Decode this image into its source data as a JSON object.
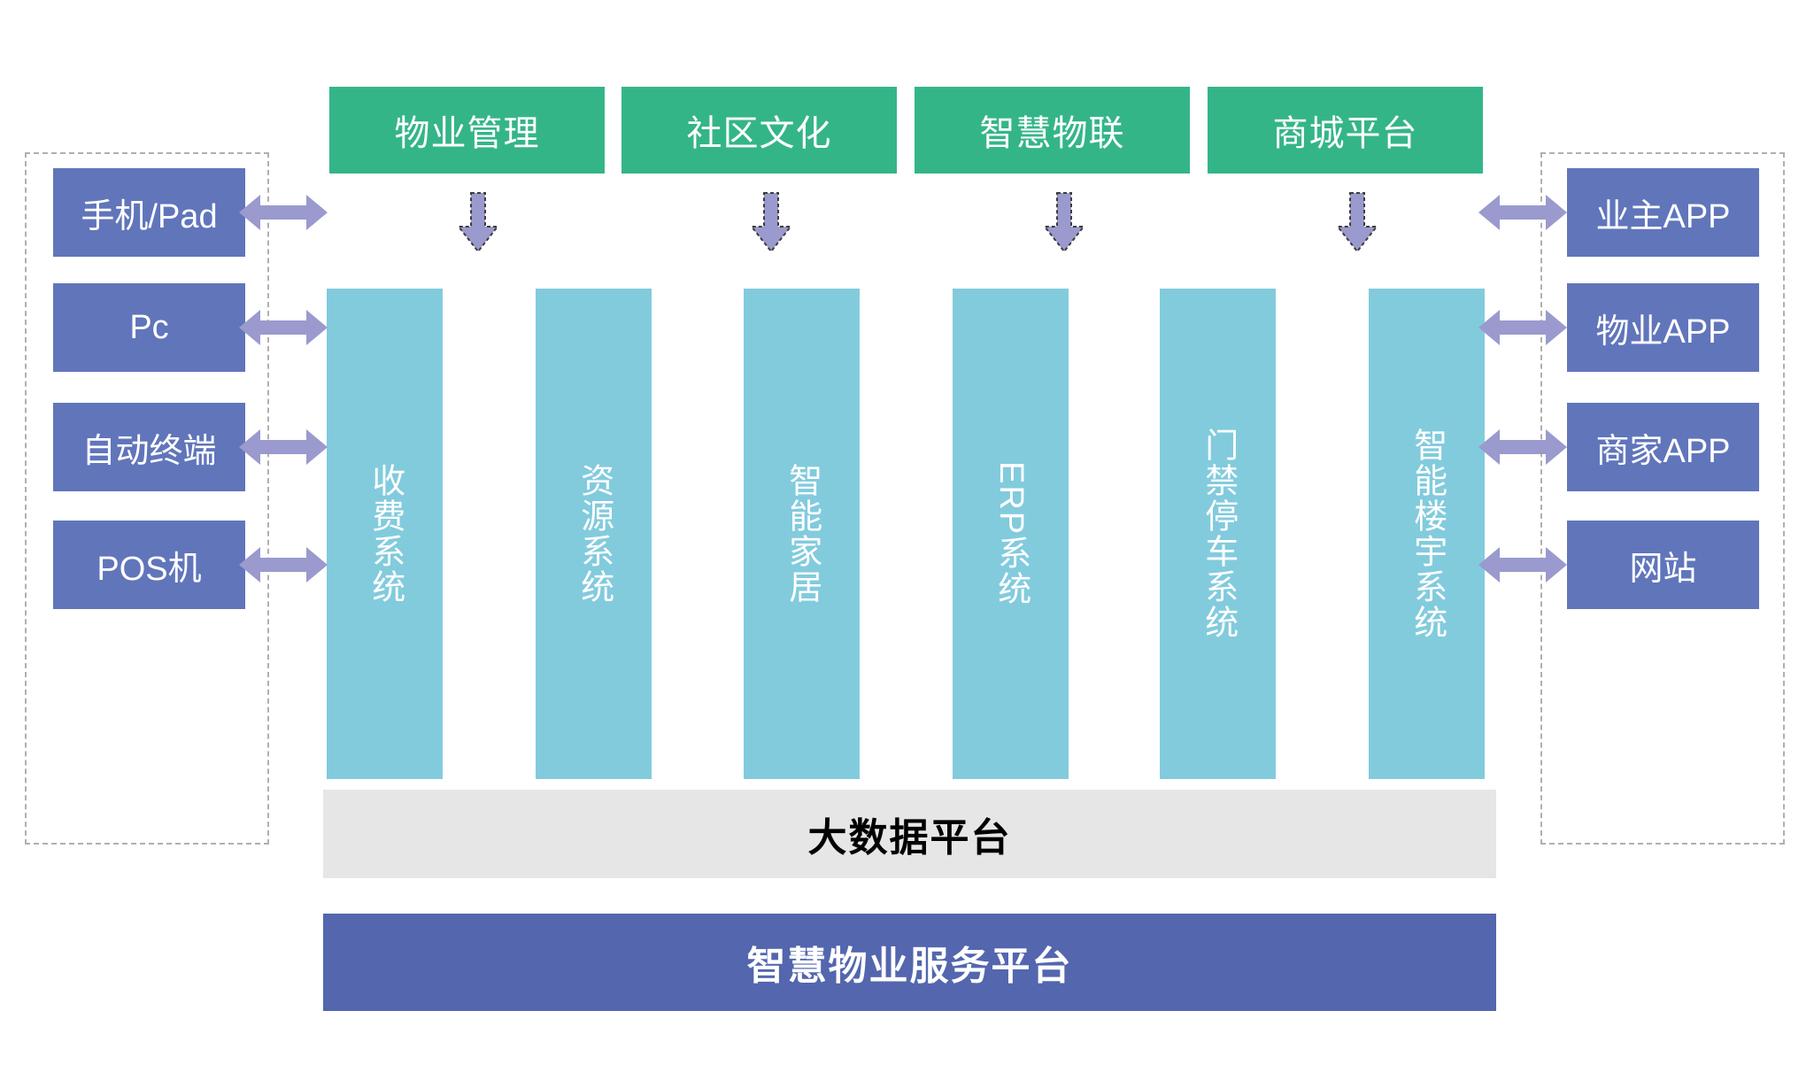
{
  "diagram": {
    "title": "智慧物业服务平台架构图",
    "colors": {
      "green": "#34b588",
      "teal": "#82cbdd",
      "blue": "#6175bb",
      "arrow_purple": "#9a9ace",
      "arrow_outline": "#3d3d3d",
      "gray_bar": "#e6e6e6",
      "platform_blue": "#5366ae",
      "dashed_border": "#b0b0b0"
    }
  },
  "channels": [
    {
      "label": "物业管理",
      "arrow_icon": "down-arrow-icon"
    },
    {
      "label": "社区文化",
      "arrow_icon": "down-arrow-icon"
    },
    {
      "label": "智慧物联",
      "arrow_icon": "down-arrow-icon"
    },
    {
      "label": "商城平台",
      "arrow_icon": "down-arrow-icon"
    }
  ],
  "systems": [
    {
      "label": "收费系统",
      "orientation": "vertical-cjk"
    },
    {
      "label": "资源系统",
      "orientation": "vertical-cjk"
    },
    {
      "label": "智能家居",
      "orientation": "vertical-cjk"
    },
    {
      "label": "ERP系统",
      "orientation": "vertical-mixed"
    },
    {
      "label": "门禁停车系统",
      "orientation": "vertical-cjk"
    },
    {
      "label": "智能楼宇系统",
      "orientation": "vertical-cjk"
    }
  ],
  "left_group": {
    "items": [
      {
        "label": "手机/Pad",
        "arrow_icon": "double-arrow-horizontal-icon"
      },
      {
        "label": "Pc",
        "arrow_icon": "double-arrow-horizontal-icon"
      },
      {
        "label": "自动终端",
        "arrow_icon": "double-arrow-horizontal-icon"
      },
      {
        "label": "POS机",
        "arrow_icon": "double-arrow-horizontal-icon"
      }
    ]
  },
  "right_group": {
    "items": [
      {
        "label": "业主APP",
        "arrow_icon": "double-arrow-horizontal-icon"
      },
      {
        "label": "物业APP",
        "arrow_icon": "double-arrow-horizontal-icon"
      },
      {
        "label": "商家APP",
        "arrow_icon": "double-arrow-horizontal-icon"
      },
      {
        "label": "网站",
        "arrow_icon": "double-arrow-horizontal-icon"
      }
    ]
  },
  "bigdata_bar": {
    "label": "大数据平台"
  },
  "platform_bar": {
    "label": "智慧物业服务平台"
  }
}
